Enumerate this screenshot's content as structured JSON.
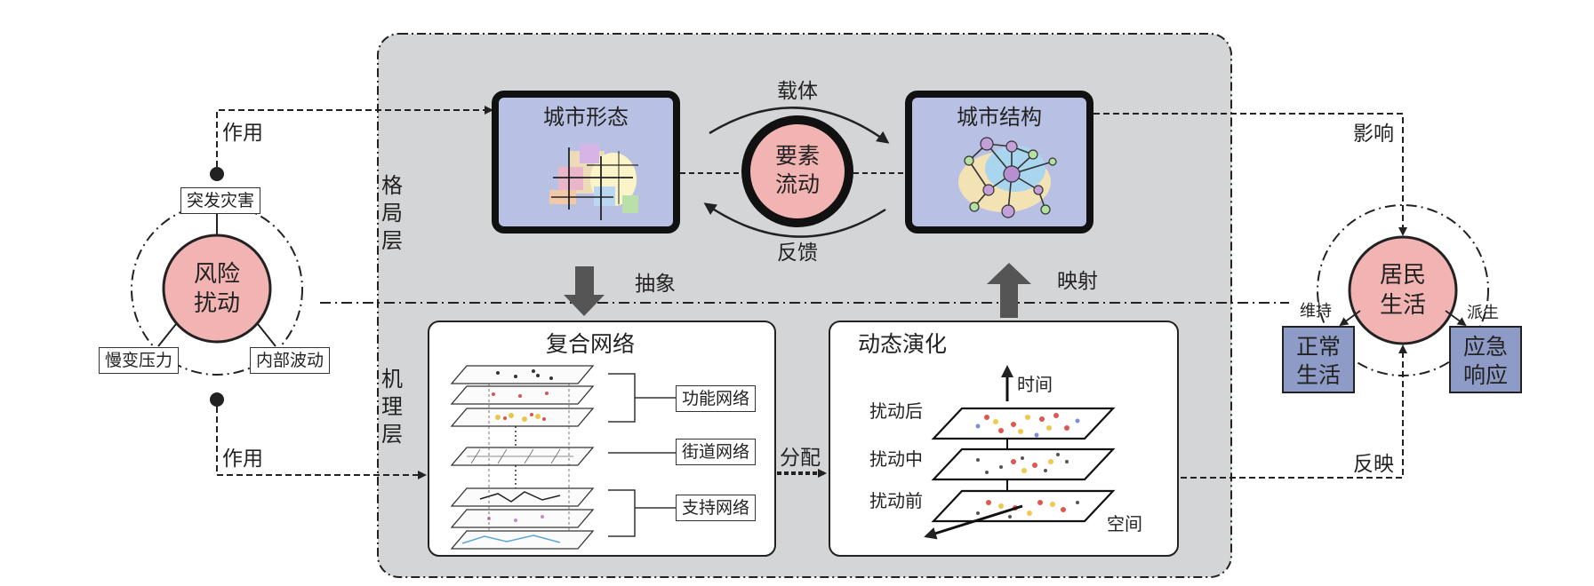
{
  "risk": {
    "line1": "风险",
    "line2": "扰动",
    "sudden": "突发灾害",
    "slow": "慢变压力",
    "internal": "内部波动"
  },
  "act_top": "作用",
  "act_bottom": "作用",
  "pattern_layer": [
    "格",
    "局",
    "层"
  ],
  "mechanism_layer": [
    "机",
    "理",
    "层"
  ],
  "form": "城市形态",
  "structure": "城市结构",
  "flow": {
    "line1": "要素",
    "line2": "流动"
  },
  "carrier": "载体",
  "feedback": "反馈",
  "abstract": "抽象",
  "mapping": "映射",
  "network": {
    "title": "复合网络",
    "functional": "功能网络",
    "street": "街道网络",
    "support": "支持网络"
  },
  "allocate": "分配",
  "evolution": {
    "title": "动态演化",
    "time": "时间",
    "space": "空间",
    "after": "扰动后",
    "during": "扰动中",
    "before": "扰动前"
  },
  "influence": "影响",
  "reflect": "反映",
  "resident": {
    "line1": "居民",
    "line2": "生活",
    "maintain": "维持",
    "derive": "派生",
    "normal1": "正常",
    "normal2": "生活",
    "emerg1": "应急",
    "emerg2": "响应"
  },
  "colors": {
    "panel": "#d4d5d7",
    "blue_box": "#b8c1e3",
    "pink": "#f2b3b3",
    "slate": "#8e9bc6"
  }
}
